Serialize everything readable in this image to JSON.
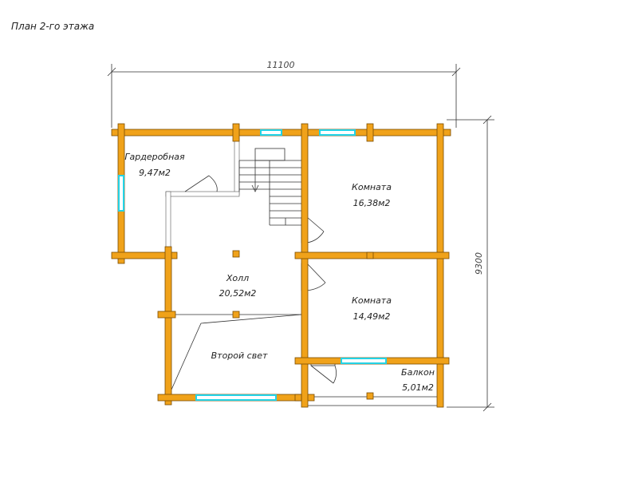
{
  "title": "План 2-го этажа",
  "dimensions": {
    "width": "11100",
    "height": "9300"
  },
  "rooms": [
    {
      "name": "Гардеробная",
      "area": "9,47м2"
    },
    {
      "name": "Комната",
      "area": "16,38м2"
    },
    {
      "name": "Холл",
      "area": "20,52м2"
    },
    {
      "name": "Комната",
      "area": "14,49м2"
    },
    {
      "name": "Второй свет",
      "area": ""
    },
    {
      "name": "Балкон",
      "area": "5,01м2"
    }
  ],
  "colors": {
    "wall": "#f0a21a",
    "window": "#23d3e6",
    "line": "#333333"
  }
}
